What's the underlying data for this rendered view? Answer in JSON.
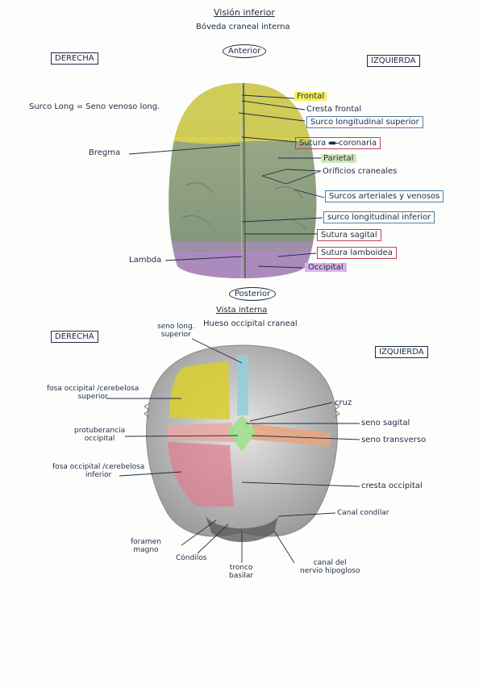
{
  "colors": {
    "frontal": "#e8e37a",
    "parietal": "#cfe9b8",
    "occipital": "#d7b3e6",
    "blue_box": "#4d7fa6",
    "red_box": "#c0405a",
    "pink_box": "#d06a8a",
    "ink": "#1f2b44"
  },
  "skull_top": {
    "title": "Visión inferior",
    "subtitle": "Bóveda craneal interna",
    "anterior": "Anterior",
    "posterior": "Posterior",
    "derecha": "DERECHA",
    "izquierda": "IZQUIERDA",
    "note": "Surco Long = Seno venoso long.",
    "labels": {
      "frontal": "Frontal",
      "cresta_frontal": "Cresta frontal",
      "surco_long_sup": "Surco longitudinal superior",
      "sutura_coronaria_a": "Sutura",
      "sutura_coronaria_b": "coronaria",
      "parietal": "Parietal",
      "orificios": "Orificios craneales",
      "surcos_arteriales": "Surcos arteriales y venosos",
      "surco_long_inf": "surco longitudinal inferior",
      "sutura_sagital": "Sutura sagital",
      "sutura_lamboidea": "Sutura lamboidea",
      "occipital": "Occipital",
      "bregma": "Bregma",
      "lambda": "Lambda"
    }
  },
  "occipital_view": {
    "title": "Vista interna",
    "subtitle": "Hueso occipital craneal",
    "derecha": "DERECHA",
    "izquierda": "IZQUIERDA",
    "labels": {
      "seno_long_sup_a": "seno long.",
      "seno_long_sup_b": "superior",
      "fosa_sup_a": "fosa occipital /cerebelosa",
      "fosa_sup_b": "superior",
      "protuberancia_a": "protuberancia",
      "protuberancia_b": "occipital",
      "fosa_inf_a": "fosa occipital /cerebelosa",
      "fosa_inf_b": "inferior",
      "cruz": "cruz",
      "seno_sagital": "seno sagital",
      "seno_transverso": "seno transverso",
      "cresta_occipital": "cresta occipital",
      "canal_condilar": "Canal condilar",
      "foramen_a": "foramen",
      "foramen_b": "magno",
      "condilos": "Cóndilos",
      "tronco_a": "tronco",
      "tronco_b": "basilar",
      "canal_hipo_a": "canal del",
      "canal_hipo_b": "nervio hipogloso"
    }
  }
}
